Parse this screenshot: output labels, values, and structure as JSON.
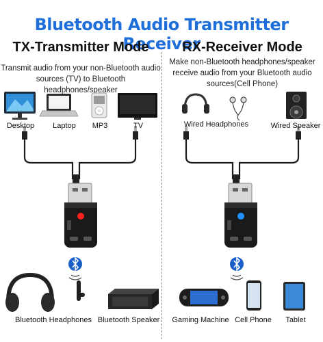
{
  "title": "Bluetooth Audio Transmitter Receiver",
  "colors": {
    "title": "#1e6fd9",
    "led_tx": "#ff2020",
    "led_rx": "#1e90ff",
    "bt_badge": "#1a5fc7"
  },
  "tx": {
    "heading": "TX-Transmitter Mode",
    "desc_line1": "Transmit audio from your non-Bluetooth audio",
    "desc_line2": "sources (TV) to Bluetooth headphones/speaker",
    "sources": [
      "Desktop",
      "Laptop",
      "MP3",
      "TV"
    ],
    "outputs": [
      "Bluetooth Headphones",
      "Bluetooth Speaker"
    ]
  },
  "rx": {
    "heading": "RX-Receiver Mode",
    "desc_line1": "Make non-Bluetooth headphones/speaker",
    "desc_line2": "receive audio from your Bluetooth audio",
    "desc_line3": "sources(Cell Phone)",
    "outputs": [
      "Wired Headphones",
      "Wired Speaker"
    ],
    "sources": [
      "Gaming Machine",
      "Cell Phone",
      "Tablet"
    ]
  }
}
